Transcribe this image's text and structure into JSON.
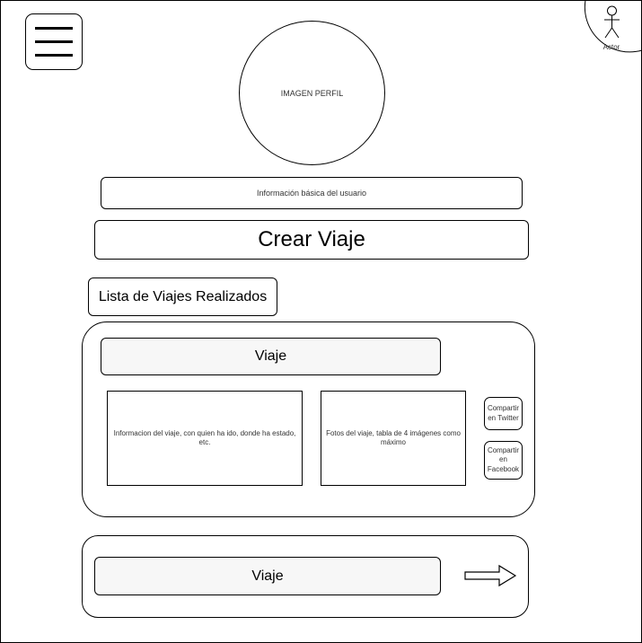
{
  "header": {
    "menu_icon": "hamburger-menu-icon",
    "actor_label": "Actor",
    "actor_icon": "stick-figure-actor-icon"
  },
  "profile": {
    "image_label": "IMAGEN PERFIL",
    "basic_info": "Información básica del usuario"
  },
  "actions": {
    "create_trip": "Crear Viaje"
  },
  "trips": {
    "list_title": "Lista de Viajes Realizados",
    "items": [
      {
        "title": "Viaje",
        "info_text": "Informacion del viaje, con quien ha ido, donde ha estado, etc.",
        "photos_text": "Fotos del viaje, tabla de 4 imágenes como máximo",
        "share_twitter": "Compartir en Twitter",
        "share_facebook": "Compartir en Facebook"
      },
      {
        "title": "Viaje",
        "arrow_icon": "right-arrow-icon"
      }
    ]
  }
}
